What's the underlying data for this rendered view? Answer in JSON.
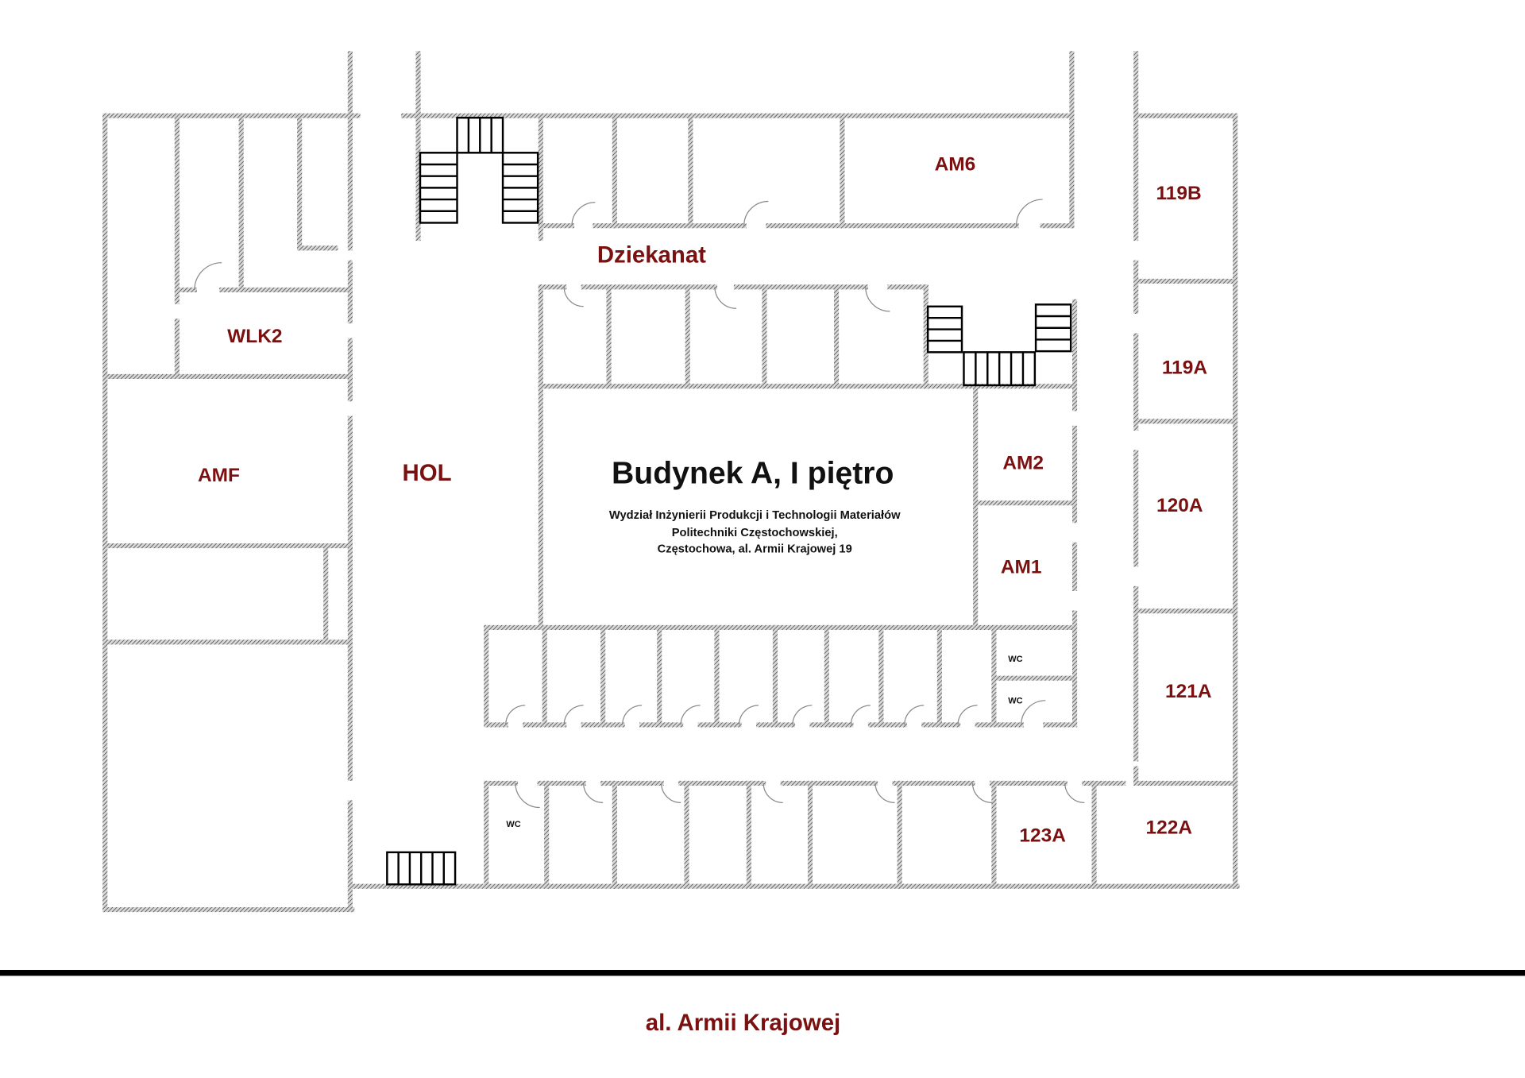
{
  "title": "Budynek A, I piętro",
  "subtitle": [
    "Wydział Inżynierii Produkcji i Technologii Materiałów",
    "Politechniki Częstochowskiej,",
    "Częstochowa, al. Armii Krajowej 19"
  ],
  "street": "al. Armii Krajowej",
  "rooms": {
    "am6": "AM6",
    "r119b": "119B",
    "dziekanat": "Dziekanat",
    "wlk2": "WLK2",
    "r119a": "119A",
    "amf": "AMF",
    "hol": "HOL",
    "am2": "AM2",
    "r120a": "120A",
    "am1": "AM1",
    "r121a": "121A",
    "r123a": "123A",
    "r122a": "122A",
    "wc1": "WC",
    "wc2": "WC",
    "wc3": "WC"
  },
  "colors": {
    "label": "#7a1010",
    "wall": "#8a8a8a"
  }
}
